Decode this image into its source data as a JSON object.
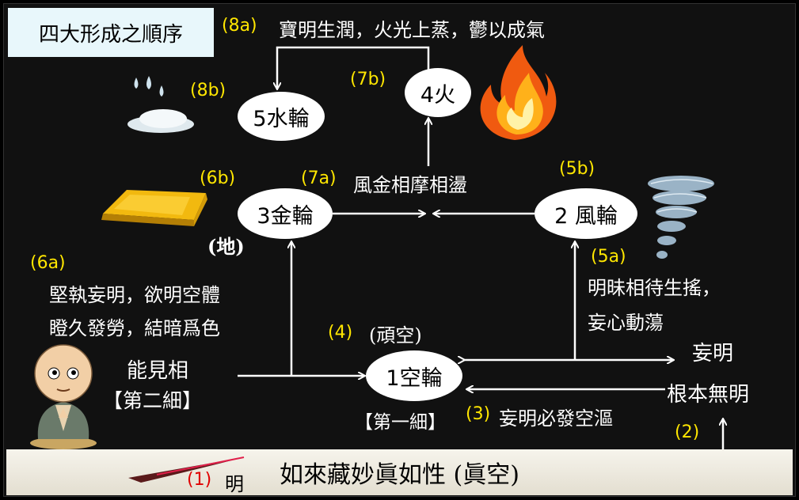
{
  "title": "四大形成之順序",
  "nodes": {
    "water": "5水輪",
    "fire": "4火",
    "metal": "3金輪",
    "wind": "2 風輪",
    "space": "1空輪"
  },
  "labels": {
    "l8a": "(8a)",
    "t8a": "寶明生潤，火光上蒸，鬱以成氣",
    "l8b": "(8b)",
    "l7b": "(7b)",
    "l6b": "(6b)",
    "l7a": "(7a)",
    "t7a": "風金相摩相盪",
    "l5b": "(5b)",
    "di": "(地)",
    "l6a": "(6a)",
    "t6a_1": "堅執妄明，欲明空體",
    "t6a_2": "瞪久發勞，結暗爲色",
    "l5a": "(5a)",
    "t5a_1": "明昧相待生搖，",
    "t5a_2": "妄心動蕩",
    "l4": "(4)",
    "t4": "(頑空)",
    "nengjian": "能見相",
    "dier": "【第二細】",
    "wangming": "妄明",
    "genben": "根本無明",
    "diyi": "【第一細】",
    "l3": "(3)",
    "t3": "妄明必發空漚",
    "l2": "(2)",
    "l1": "(1)",
    "ming": "明",
    "bottom": "如來藏妙眞如性 (眞空)"
  },
  "icons": {
    "water": "water-droplets-icon",
    "fire": "flame-icon",
    "gold": "gold-bar-icon",
    "wind": "tornado-icon",
    "monk": "monk-figure-icon",
    "stroke": "brush-stroke-icon"
  }
}
